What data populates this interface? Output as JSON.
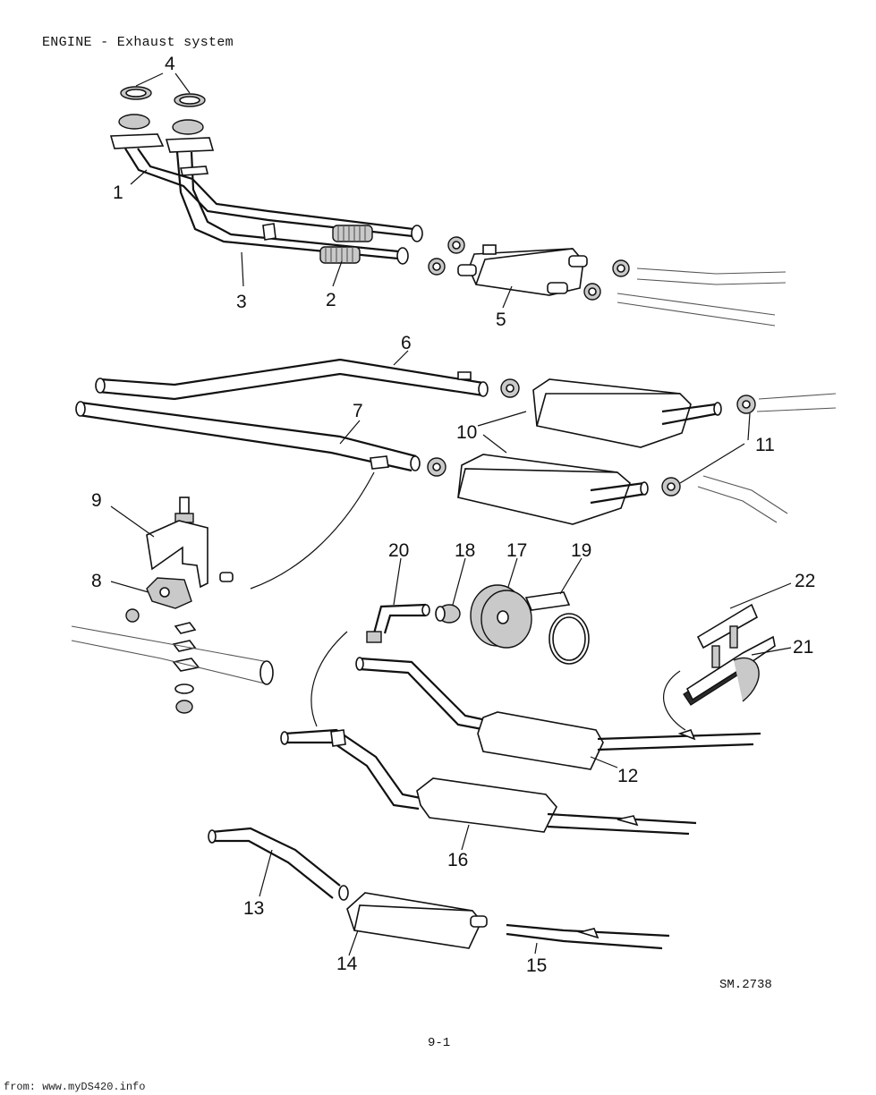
{
  "document": {
    "title": "ENGINE - Exhaust system",
    "reference": "SM.2738",
    "page_number": "9-1",
    "footer_source": "from: www.myDS420.info"
  },
  "callouts": [
    "1",
    "2",
    "3",
    "4",
    "5",
    "6",
    "7",
    "8",
    "9",
    "10",
    "11",
    "12",
    "13",
    "14",
    "15",
    "16",
    "17",
    "18",
    "19",
    "20",
    "21",
    "22"
  ]
}
